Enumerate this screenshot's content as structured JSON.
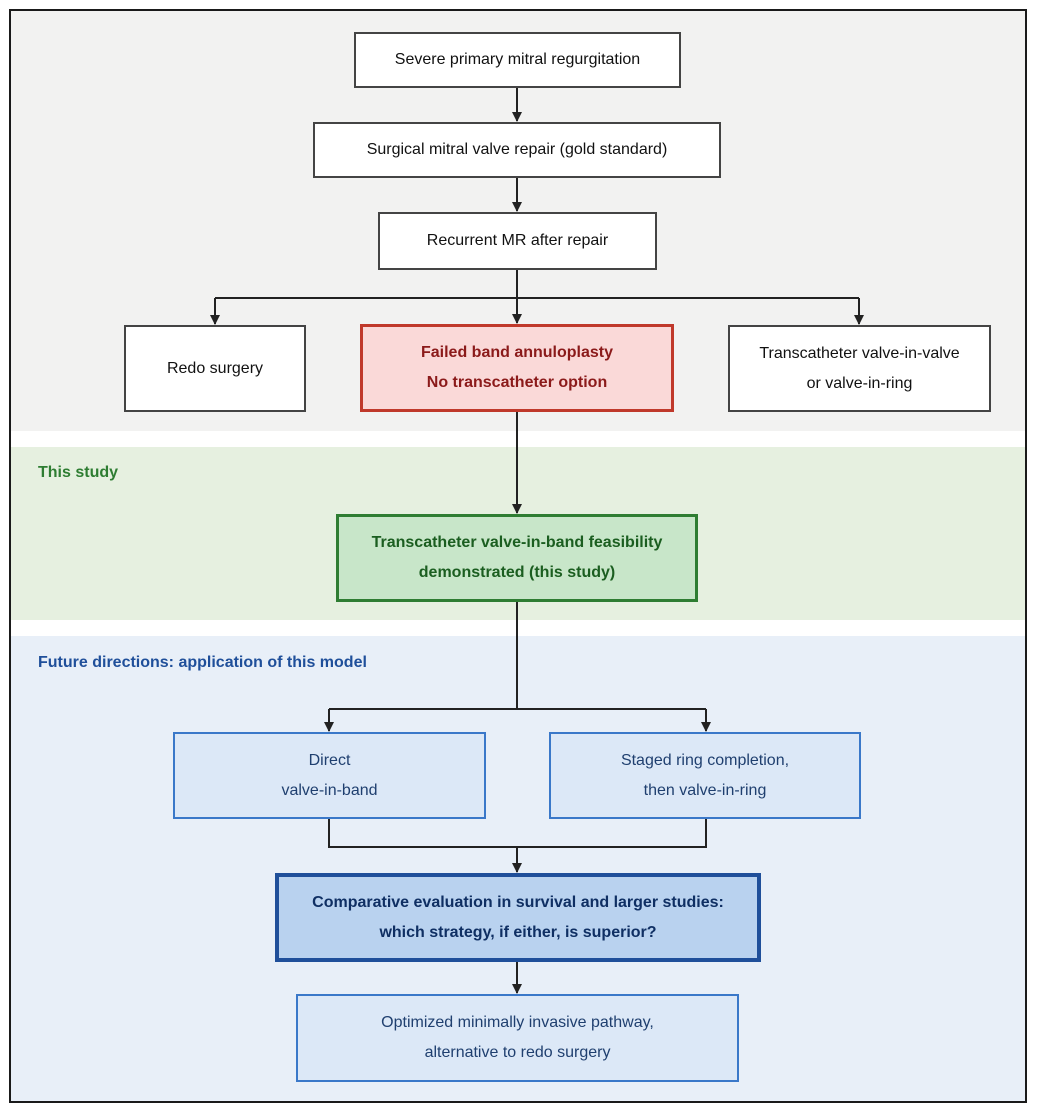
{
  "sections": {
    "this_study": "This study",
    "future_directions": "Future directions: application of this model"
  },
  "nodes": {
    "severe_mr": "Severe primary mitral regurgitation",
    "surgical_repair": "Surgical mitral valve repair (gold standard)",
    "recurrent_mr": "Recurrent MR after repair",
    "redo_surgery": "Redo surgery",
    "failed_band": {
      "line1": "Failed band annuloplasty",
      "line2": "No transcatheter option"
    },
    "tc_viv": {
      "line1": "Transcatheter valve-in-valve",
      "line2": "or valve-in-ring"
    },
    "tc_vib": {
      "line1": "Transcatheter valve-in-band feasibility",
      "line2": "demonstrated (this study)"
    },
    "direct_vib": {
      "line1": "Direct",
      "line2": "valve-in-band"
    },
    "staged_ring": {
      "line1": "Staged ring completion,",
      "line2": "then valve-in-ring"
    },
    "comparative": {
      "line1": "Comparative evaluation in survival and larger studies:",
      "line2": "which strategy, if either, is superior?"
    },
    "optimized": {
      "line1": "Optimized minimally invasive pathway,",
      "line2": "alternative to redo surgery"
    }
  },
  "colors": {
    "frame": "#1a1a1a",
    "arrow": "#222222",
    "red_fill": "#fad9d8",
    "red_border": "#c0392b",
    "green_fill": "#c8e6c9",
    "green_border": "#2e7d32",
    "blue_fill": "#dce8f7",
    "blue_border": "#3a78c9",
    "blue_strong_fill": "#b9d2ef",
    "blue_strong_border": "#1f4f9a"
  }
}
